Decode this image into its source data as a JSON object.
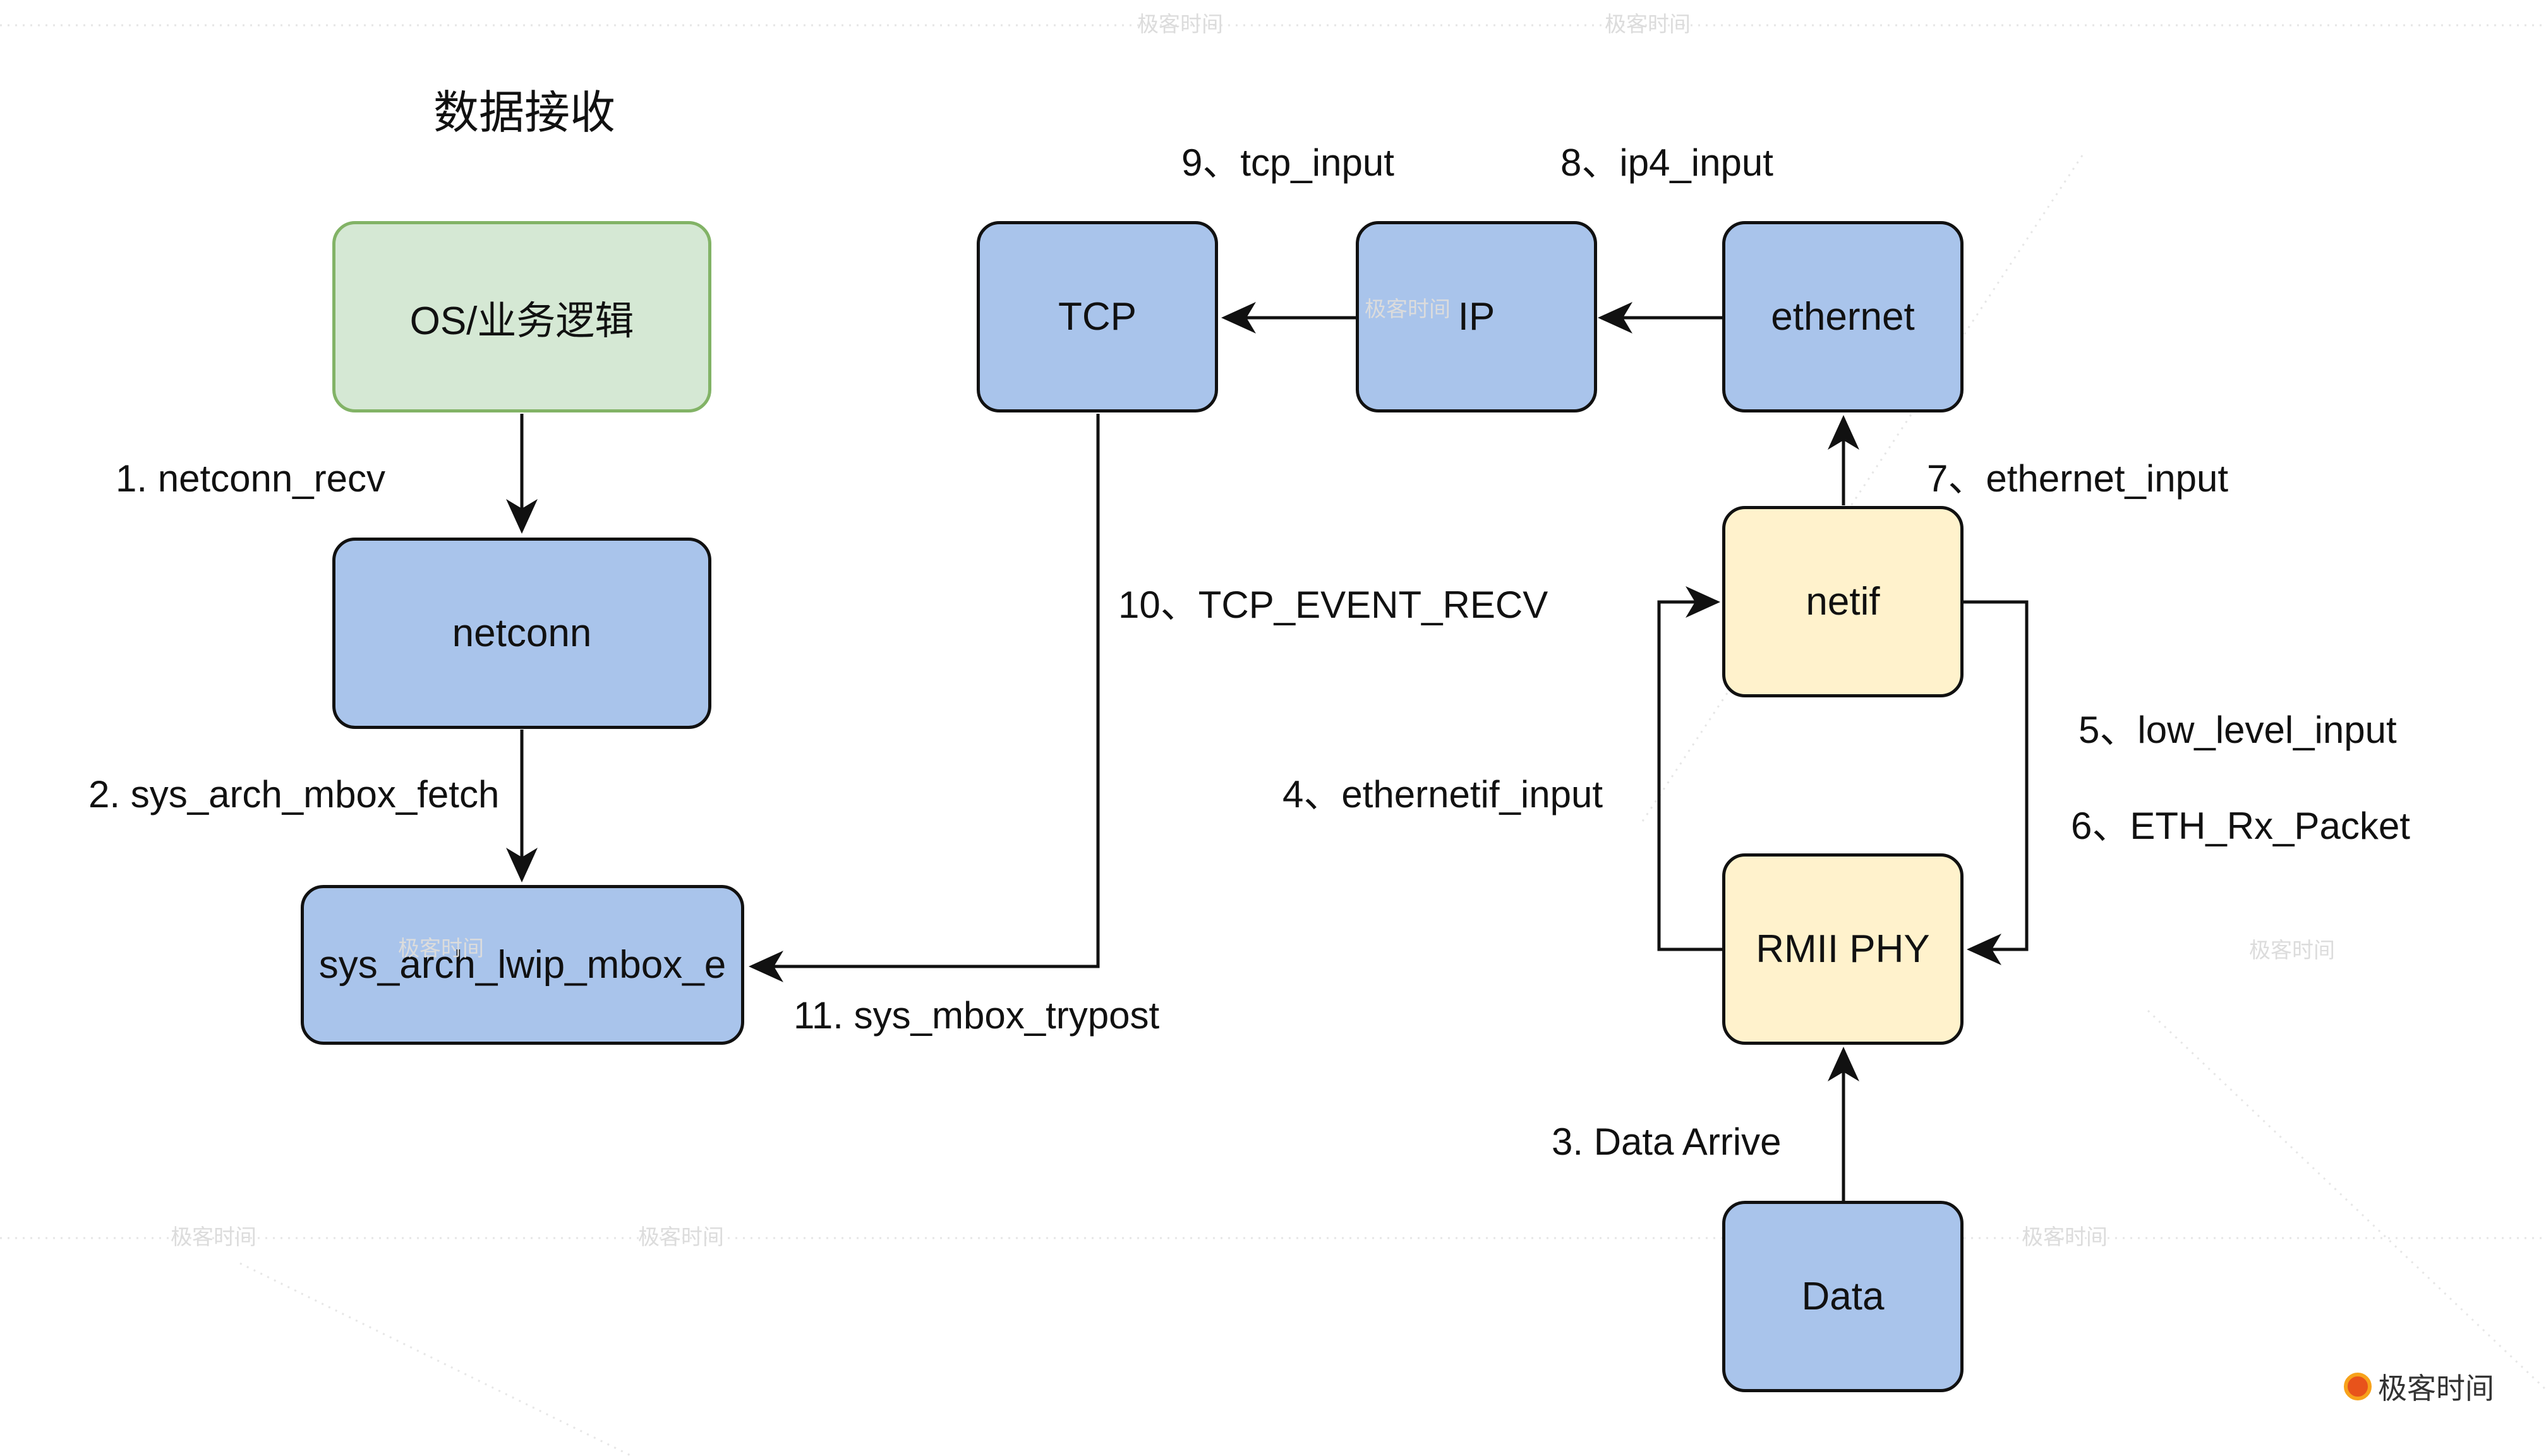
{
  "title": "数据接收",
  "nodes": {
    "os": "OS/业务逻辑",
    "netconn": "netconn",
    "mbox": "sys_arch_lwip_mbox_e",
    "tcp": "TCP",
    "ip": "IP",
    "ethernet": "ethernet",
    "netif": "netif",
    "rmii": "RMII PHY",
    "data": "Data"
  },
  "edges": {
    "e1": "1. netconn_recv",
    "e2": "2. sys_arch_mbox_fetch",
    "e3": "3. Data Arrive",
    "e4": "4、ethernetif_input",
    "e5": "5、low_level_input",
    "e6": "6、ETH_Rx_Packet",
    "e7": "7、ethernet_input",
    "e8": "8、ip4_input",
    "e9": "9、tcp_input",
    "e10": "10、TCP_EVENT_RECV",
    "e11": "11. sys_mbox_trypost"
  },
  "watermark": "极客时间",
  "brand": "极客时间",
  "colors": {
    "blue_fill": "#a9c4eb",
    "green_fill": "#d5e8d4",
    "green_stroke": "#82b366",
    "yellow_fill": "#fff2cc",
    "stroke": "#111111"
  }
}
